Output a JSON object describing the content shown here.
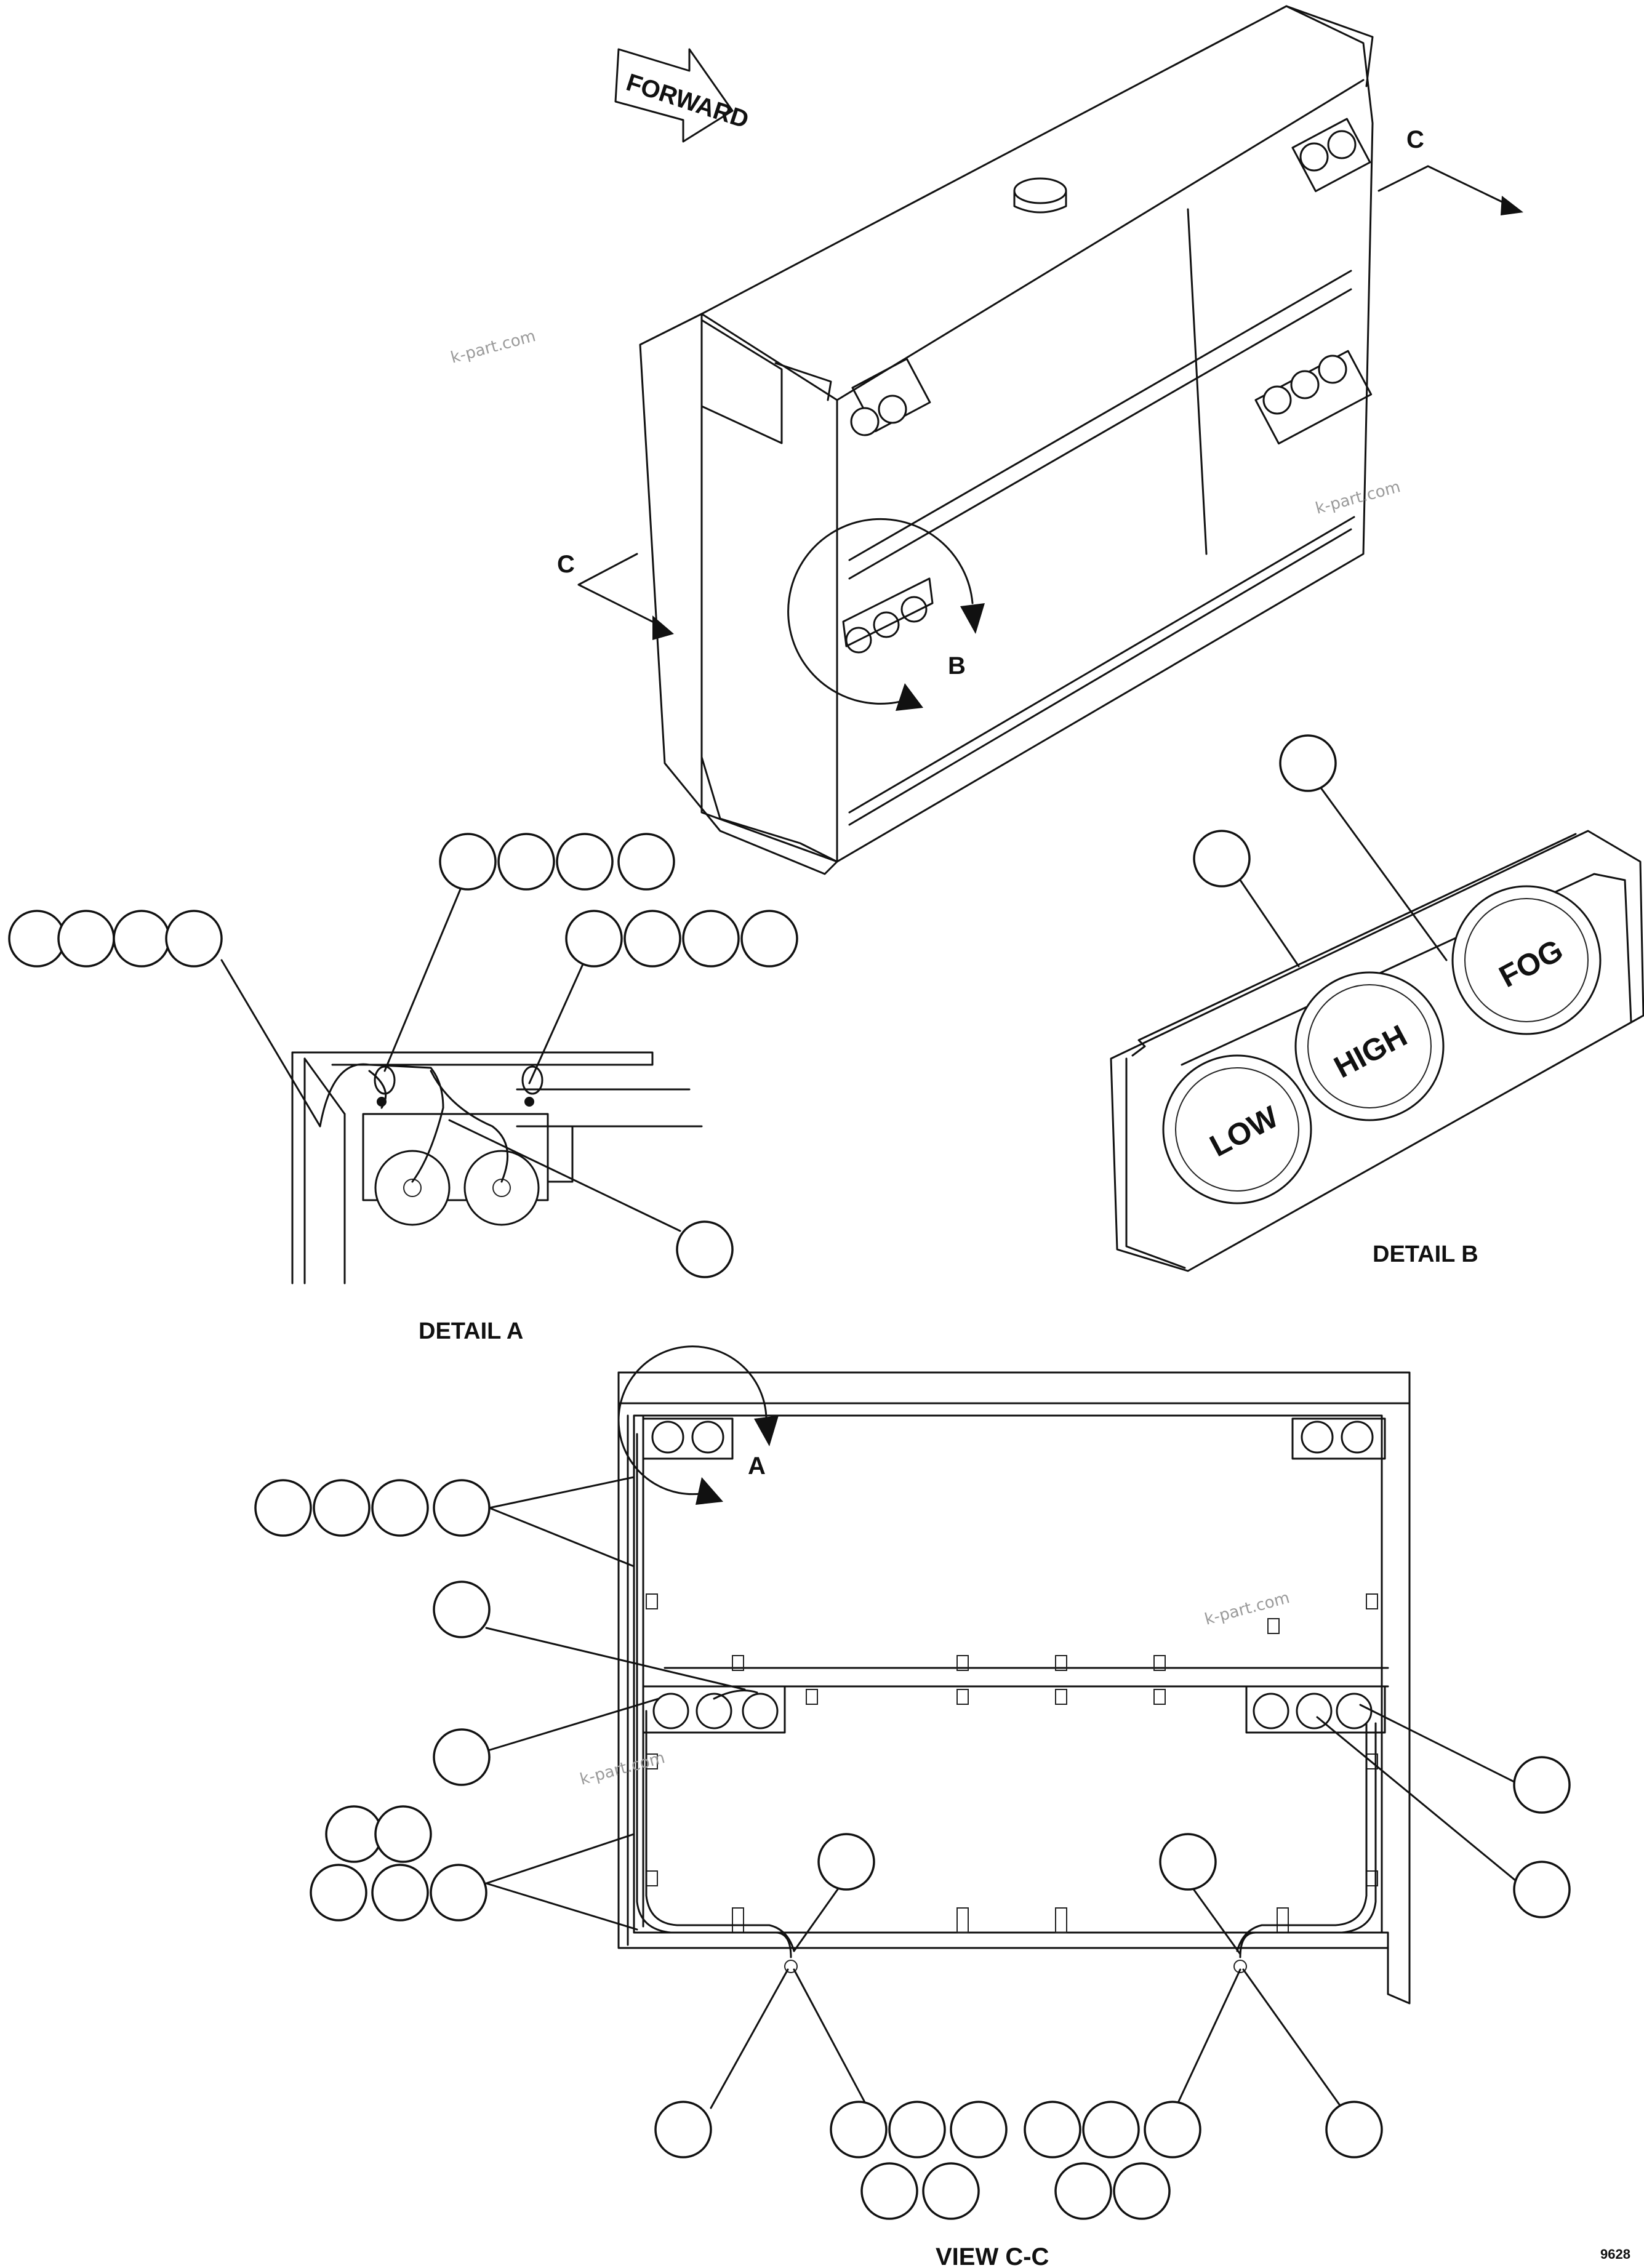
{
  "labels": {
    "forward": "FORWARD",
    "section_mark": "C",
    "detail_mark_a": "A",
    "detail_mark_b": "B",
    "detail_a_title": "DETAIL A",
    "detail_b_title": "DETAIL B",
    "view_title": "VIEW C-C",
    "drawing_number": "9628"
  },
  "lamp_faces": {
    "low": "LOW",
    "high": "HIGH",
    "fog": "FOG"
  },
  "watermark": "k-part.com",
  "colors": {
    "line": "#111111",
    "background": "#ffffff",
    "watermark": "#9a9a9a"
  }
}
